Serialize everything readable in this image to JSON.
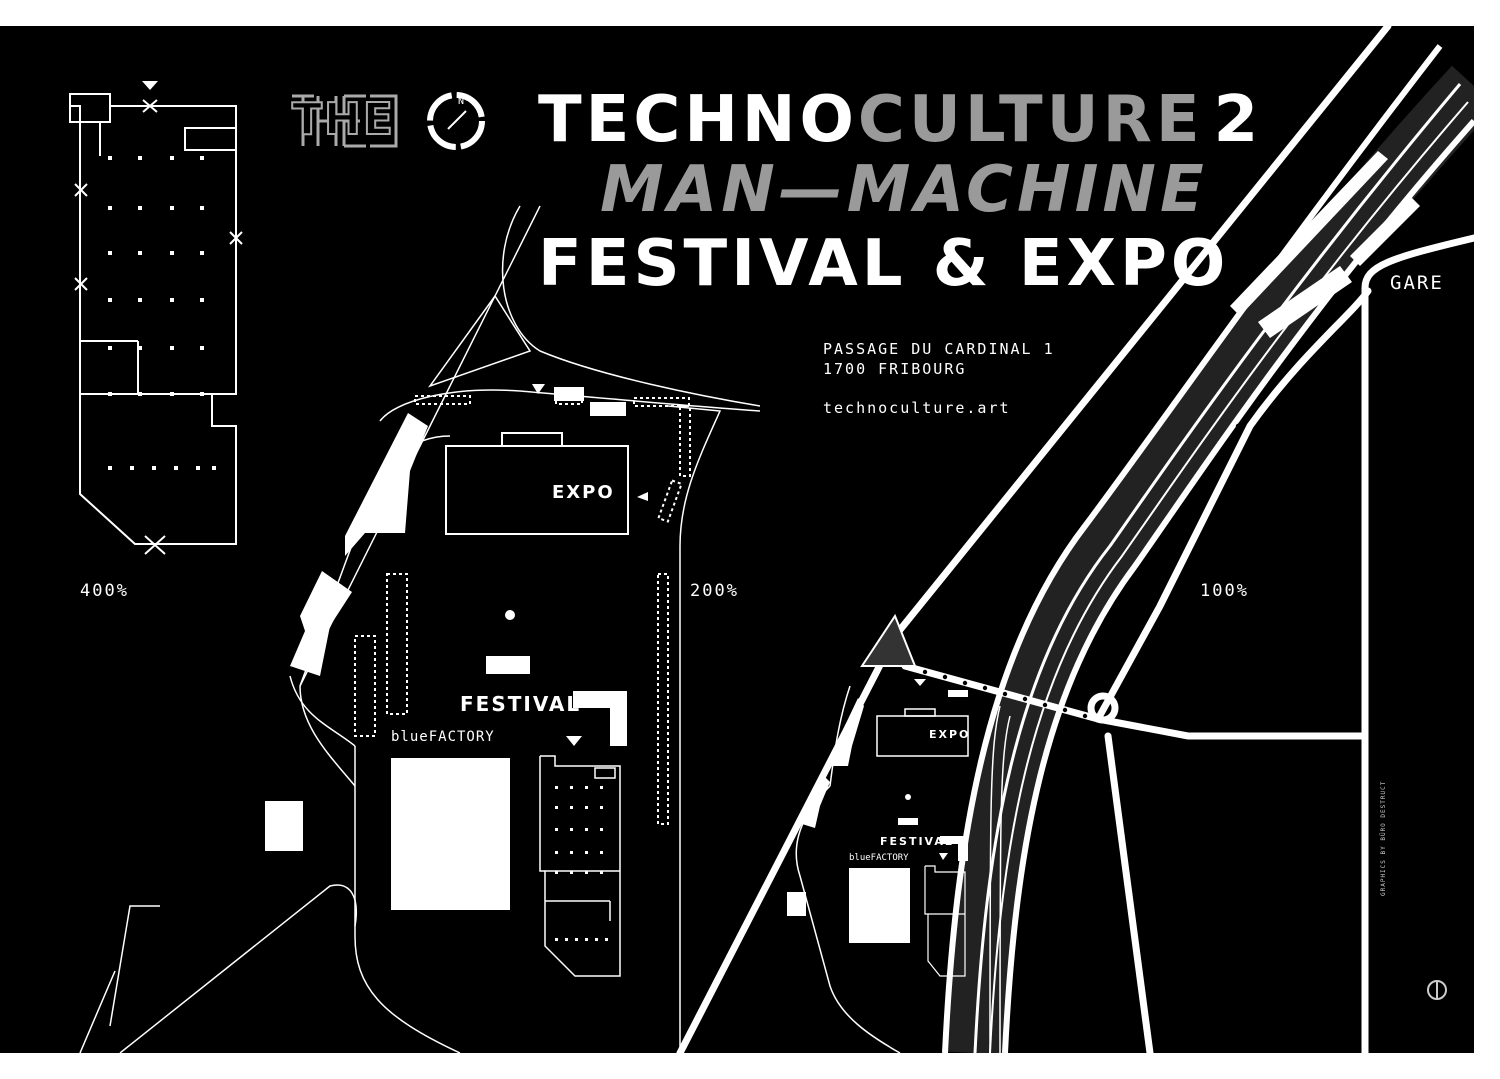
{
  "title": {
    "line1_a": "TECHNO",
    "line1_b": "CULTURE",
    "line1_c": "2",
    "line2": "MAN—MACHINE",
    "line3": "FESTIVAL & EXPO"
  },
  "logo": {
    "text": "THE",
    "compass_letter": "N"
  },
  "address": {
    "street": "PASSAGE DU CARDINAL 1",
    "city": "1700 FRIBOURG",
    "website": "technoculture.art"
  },
  "scales": {
    "s400": "400%",
    "s200": "200%",
    "s100": "100%"
  },
  "labels": {
    "expo": "EXPO",
    "festival": "FESTIVAL",
    "bluefactory": "blueFACTORY",
    "gare": "GARE"
  },
  "credits": {
    "graphics": "GRAPHICS BY BÜRO DESTRUCT"
  },
  "colors": {
    "background": "#000000",
    "ink": "#ffffff",
    "accent_gray": "#9a9a9a"
  }
}
